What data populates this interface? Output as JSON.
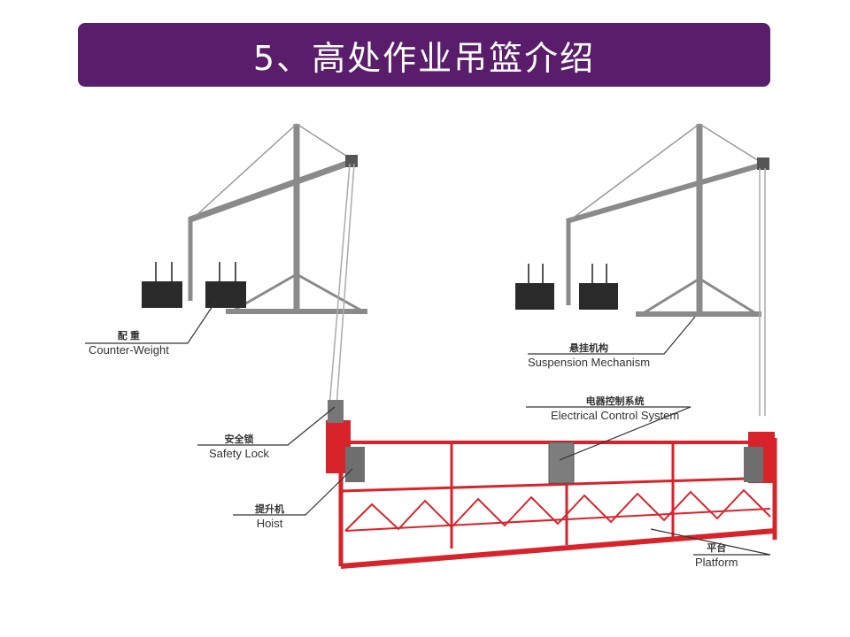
{
  "title": "5、高处作业吊篮介绍",
  "colors": {
    "title_bg": "#5a1d6b",
    "platform_red": "#d8232a",
    "steel": "#8a8a8a",
    "weight": "#2a2a2a"
  },
  "labels": {
    "counterweight": {
      "cn": "配  重",
      "en": "Counter-Weight"
    },
    "suspension": {
      "cn": "悬挂机构",
      "en": "Suspension Mechanism"
    },
    "electrical": {
      "cn": "电器控制系统",
      "en": "Electrical Control System"
    },
    "safety_lock": {
      "cn": "安全锁",
      "en": "Safety Lock"
    },
    "hoist": {
      "cn": "提升机",
      "en": "Hoist"
    },
    "platform": {
      "cn": "平台",
      "en": "Platform"
    }
  }
}
